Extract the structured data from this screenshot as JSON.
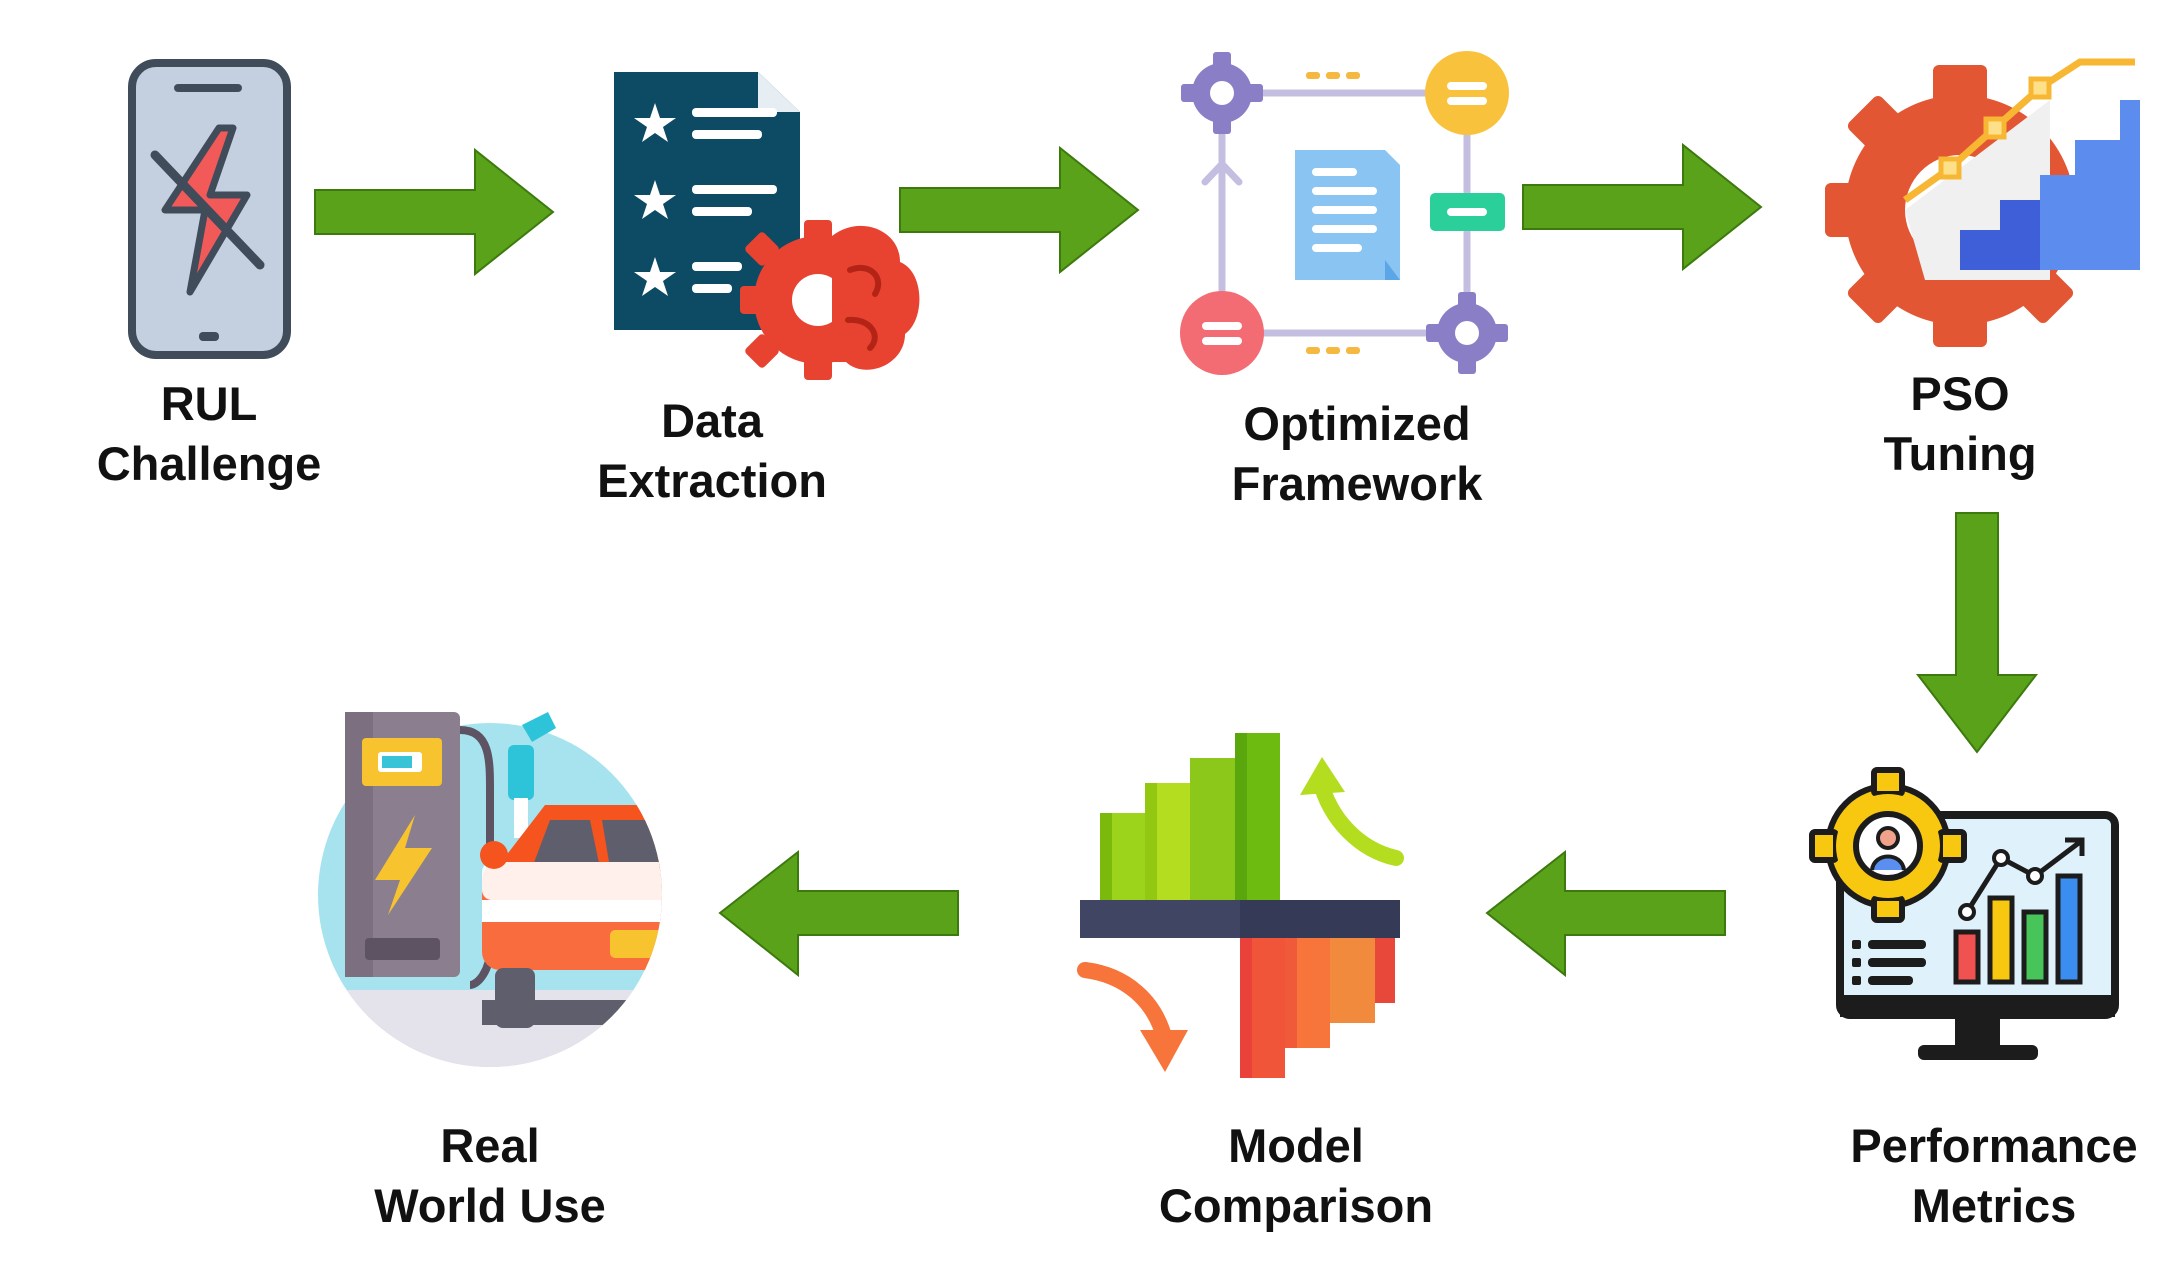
{
  "steps": [
    {
      "id": "rul",
      "line1": "RUL",
      "line2": "Challenge",
      "icon": "broken-phone-battery-icon"
    },
    {
      "id": "data",
      "line1": "Data",
      "line2": "Extraction",
      "icon": "document-brain-gear-icon"
    },
    {
      "id": "framework",
      "line1": "Optimized",
      "line2": "Framework",
      "icon": "workflow-document-icon"
    },
    {
      "id": "pso",
      "line1": "PSO",
      "line2": "Tuning",
      "icon": "gear-growth-chart-icon"
    },
    {
      "id": "metrics",
      "line1": "Performance",
      "line2": "Metrics",
      "icon": "monitor-dashboard-icon"
    },
    {
      "id": "comparison",
      "line1": "Model",
      "line2": "Comparison",
      "icon": "up-down-bars-icon"
    },
    {
      "id": "realworld",
      "line1": "Real",
      "line2": "World Use",
      "icon": "ev-charging-station-icon"
    }
  ],
  "colors": {
    "arrow_fill": "#5ba21b",
    "arrow_stroke": "#3d7a0e",
    "text": "#111111"
  }
}
